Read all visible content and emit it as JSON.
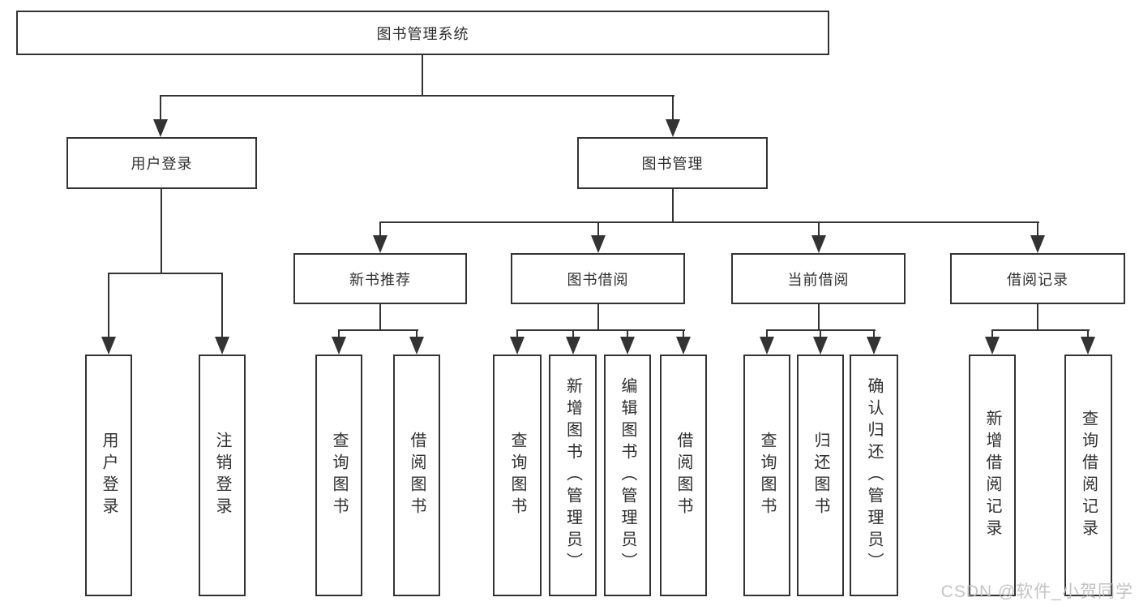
{
  "watermark": {
    "text": "CSDN @软件_小贺同学"
  },
  "colors": {
    "line": "#333333",
    "text": "#2f2f2f",
    "box_background": "#ffffff",
    "watermark": "#bdbdbd"
  },
  "tree": {
    "root": {
      "label": "图书管理系统"
    },
    "branches": [
      {
        "label": "用户登录",
        "children": [
          {
            "label": "用户登录"
          },
          {
            "label": "注销登录"
          }
        ]
      },
      {
        "label": "图书管理",
        "children": [
          {
            "label": "新书推荐",
            "children": [
              {
                "label": "查询图书"
              },
              {
                "label": "借阅图书"
              }
            ]
          },
          {
            "label": "图书借阅",
            "children": [
              {
                "label": "查询图书"
              },
              {
                "label": "新增图书（管理员）"
              },
              {
                "label": "编辑图书（管理员）"
              },
              {
                "label": "借阅图书"
              }
            ]
          },
          {
            "label": "当前借阅",
            "children": [
              {
                "label": "查询图书"
              },
              {
                "label": "归还图书"
              },
              {
                "label": "确认归还（管理员）"
              }
            ]
          },
          {
            "label": "借阅记录",
            "children": [
              {
                "label": "新增借阅记录"
              },
              {
                "label": "查询借阅记录"
              }
            ]
          }
        ]
      }
    ]
  }
}
